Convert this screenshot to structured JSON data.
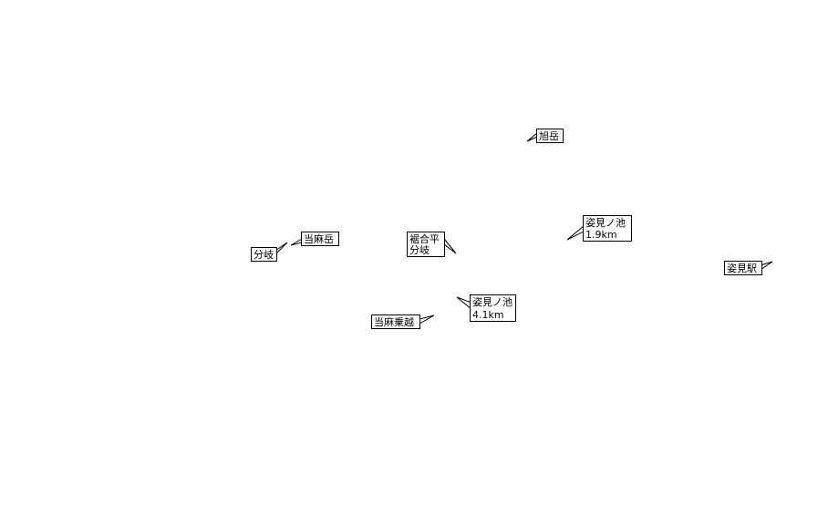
{
  "map": {
    "labels": [
      {
        "id": "asahidake",
        "lines": [
          "旭岳"
        ]
      },
      {
        "id": "taimadake",
        "lines": [
          "当麻岳"
        ]
      },
      {
        "id": "bunki-west",
        "lines": [
          "分岐"
        ]
      },
      {
        "id": "susogo-daira-bunki",
        "lines": [
          "裾合平",
          "分岐"
        ]
      },
      {
        "id": "sugaminoike-19",
        "lines": [
          "姿見ノ池",
          "1.9km"
        ]
      },
      {
        "id": "sugami-eki",
        "lines": [
          "姿見駅"
        ]
      },
      {
        "id": "sugaminoike-41",
        "lines": [
          "姿見ノ池",
          "4.1km"
        ]
      },
      {
        "id": "taima-norikoshi",
        "lines": [
          "当麻乗越"
        ]
      }
    ],
    "colors": {
      "background": "#ffffff",
      "ink": "#000000"
    }
  }
}
